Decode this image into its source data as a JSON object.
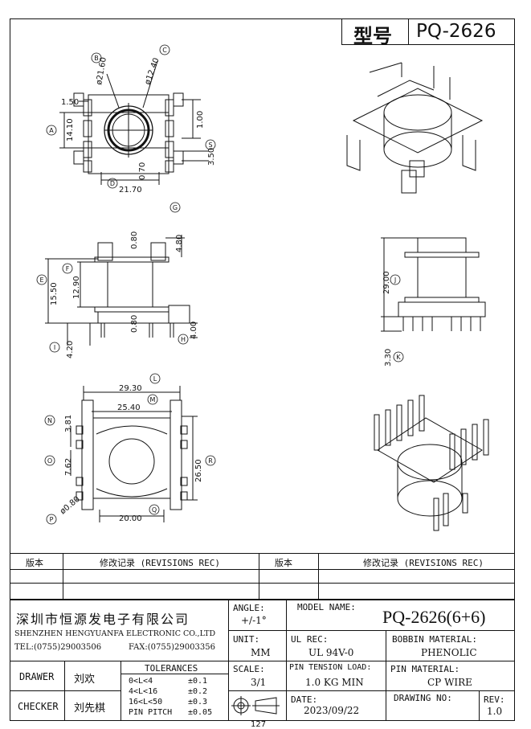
{
  "header": {
    "model_label": "型号",
    "model_value": "PQ-2626"
  },
  "drawing": {
    "top_view": {
      "dim_b": "B",
      "dia_b": "ø21.60",
      "dim_c": "C",
      "dia_c": "ø12.40",
      "d150": "1.50",
      "dim_a": "A",
      "d1410": "14.10",
      "d100": "1.00",
      "d350": "3.50",
      "dim_s": "S",
      "d070": "0.70",
      "dim_d": "D",
      "d2170": "21.70"
    },
    "side_view": {
      "dim_g": "G",
      "d480": "4.80",
      "d080a": "0.80",
      "dim_e": "E",
      "d1550": "15.50",
      "dim_f": "F",
      "d1290": "12.90",
      "d080b": "0.80",
      "dim_i": "I",
      "d420": "4.20",
      "dim_h": "H",
      "d400": "4.00"
    },
    "bottom_view": {
      "dim_l": "L",
      "d2930": "29.30",
      "dim_m": "M",
      "d2540": "25.40",
      "dim_n": "N",
      "d381": "3.81",
      "dim_o": "O",
      "d762": "7.62",
      "d2650": "26.50",
      "dim_r": "R",
      "dim_p": "P",
      "dia_p": "ø0.80",
      "d2000": "20.00",
      "dim_q": "Q"
    },
    "right_views": {
      "d2900": "29.00",
      "dim_j": "J",
      "d330": "3.30",
      "dim_k": "K"
    }
  },
  "revisions": {
    "col1": "版本",
    "col2": "修改记录 (REVISIONS REC)",
    "col3": "版本",
    "col4": "修改记录 (REVISIONS REC)"
  },
  "title_block": {
    "company_cn": "深圳市恒源发电子有限公司",
    "company_en": "SHENZHEN HENGYUANFA ELECTRONIC CO.,LTD",
    "tel": "TEL:(0755)29003506",
    "fax": "FAX:(0755)29003356",
    "angle_label": "ANGLE:",
    "angle_value": "+/-1°",
    "model_name_label": "MODEL NAME:",
    "model_name_value": "PQ-2626(6+6)",
    "unit_label": "UNIT:",
    "unit_value": "MM",
    "ul_rec_label": "UL REC:",
    "ul_rec_value": "UL 94V-0",
    "bobbin_material_label": "BOBBIN MATERIAL:",
    "bobbin_material_value": "PHENOLIC",
    "drawer_label": "DRAWER",
    "drawer_name": "刘欢",
    "checker_label": "CHECKER",
    "checker_name": "刘先棋",
    "tolerances_label": "TOLERANCES",
    "tolerances": [
      {
        "range": "0<L<4",
        "value": "±0.1"
      },
      {
        "range": "4<L<16",
        "value": "±0.2"
      },
      {
        "range": "16<L<50",
        "value": "±0.3"
      },
      {
        "range": "PIN PITCH",
        "value": "±0.05"
      }
    ],
    "scale_label": "SCALE:",
    "scale_value": "3/1",
    "pin_tension_label": "PIN TENSION LOAD:",
    "pin_tension_value": "1.0 KG MIN",
    "pin_material_label": "PIN MATERIAL:",
    "pin_material_value": "CP WIRE",
    "date_label": "DATE:",
    "date_value": "2023/09/22",
    "drawing_no_label": "DRAWING NO:",
    "rev_label": "REV:",
    "rev_value": "1.0"
  },
  "footer": {
    "page_number": "127"
  }
}
